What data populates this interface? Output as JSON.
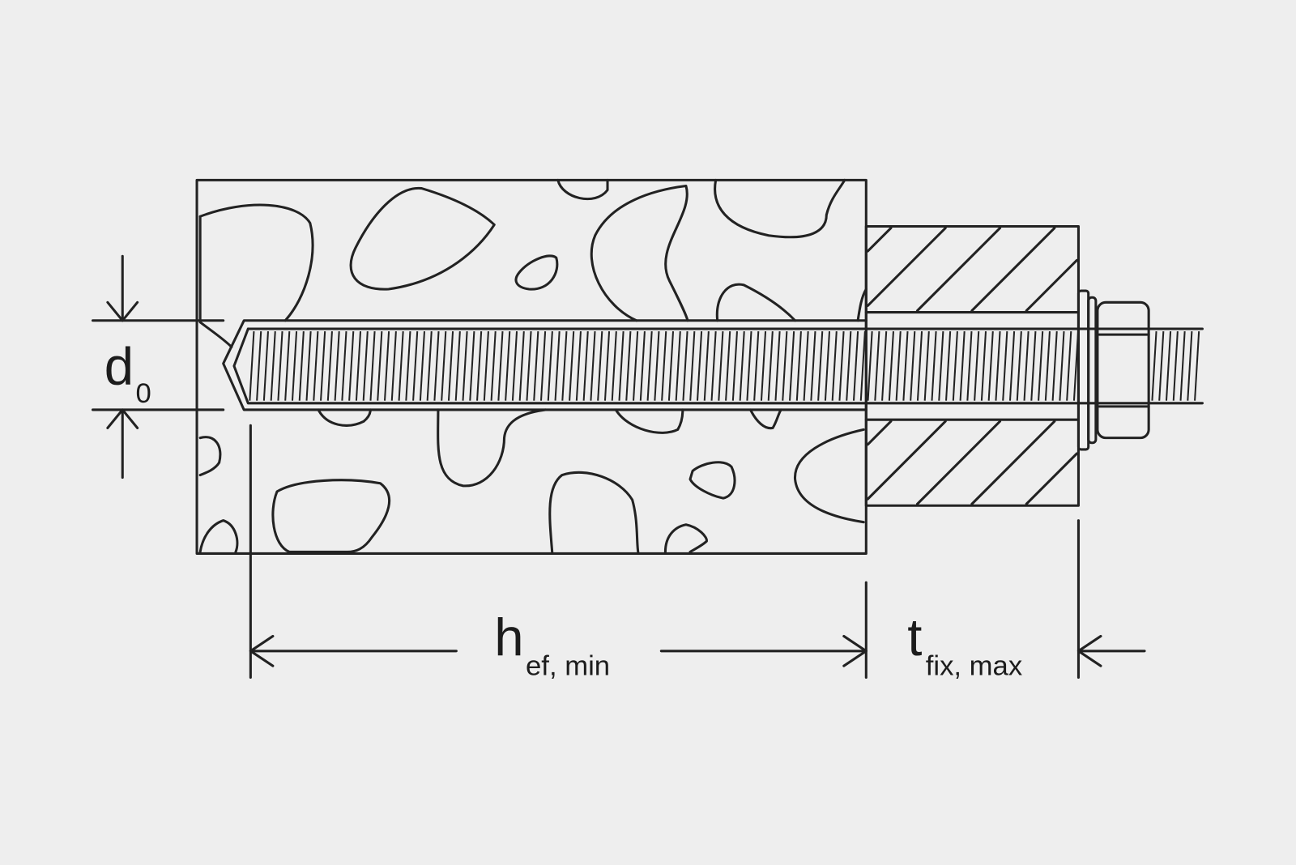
{
  "diagram": {
    "labels": {
      "d_main": "d",
      "d_sub": "0",
      "h_main": "h",
      "h_sub": "ef, min",
      "t_main": "t",
      "t_sub": "fix, max"
    },
    "colors": {
      "background": "#eeeeee",
      "line": "#222222"
    }
  }
}
